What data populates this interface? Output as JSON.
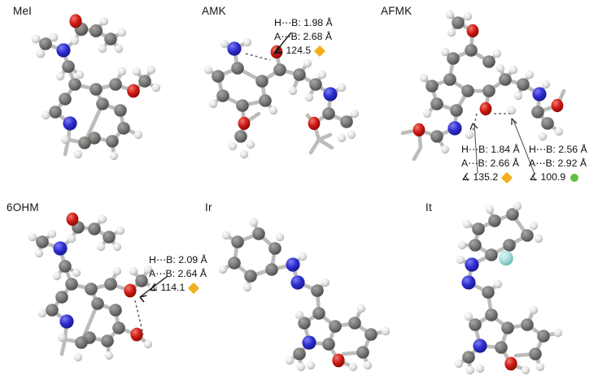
{
  "figure": {
    "background_color": "#ffffff",
    "atom_colors": {
      "carbon": "#6f6f6d",
      "nitrogen": "#2323cc",
      "oxygen": "#cc1512",
      "hydrogen": "#e8e8e8",
      "fluorine": "#a9e2de",
      "bond": "#b9b9b7"
    },
    "marker_colors": {
      "orange_diamond": "#f2b01e",
      "green_circle": "#63c044"
    }
  },
  "panels": [
    {
      "id": "mel",
      "label": "MeI",
      "annotations": []
    },
    {
      "id": "amk",
      "label": "AMK",
      "annotations": [
        {
          "h_b": "H⋯B: 1.98 Å",
          "a_b": "A⋯B: 2.68 Å",
          "angle": "∡ 124.5",
          "marker": "orange_diamond",
          "marker_shape": "diamond"
        }
      ]
    },
    {
      "id": "afmk",
      "label": "AFMK",
      "annotations": [
        {
          "h_b": "H⋯B: 1.84 Å",
          "a_b": "A⋯B: 2.66 Å",
          "angle": "∡ 135.2",
          "marker": "orange_diamond",
          "marker_shape": "diamond"
        },
        {
          "h_b": "H⋯B: 2.56 Å",
          "a_b": "A⋯B: 2.92 Å",
          "angle": "∡ 100.9",
          "marker": "green_circle",
          "marker_shape": "circle"
        }
      ]
    },
    {
      "id": "6ohm",
      "label": "6OHM",
      "annotations": [
        {
          "h_b": "H⋯B: 2.09 Å",
          "a_b": "A⋯B: 2.64 Å",
          "angle": "∡ 114.1",
          "marker": "orange_diamond",
          "marker_shape": "diamond"
        }
      ]
    },
    {
      "id": "ir",
      "label": "Ir",
      "annotations": []
    },
    {
      "id": "it",
      "label": "It",
      "annotations": []
    }
  ]
}
